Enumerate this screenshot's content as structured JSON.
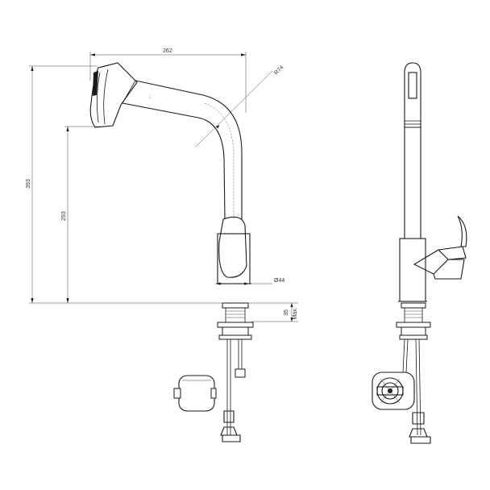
{
  "dimensions": {
    "width_top": "262",
    "radius": "R74",
    "height_total": "393",
    "height_spout": "293",
    "diameter_base": "Ø44",
    "deck_thickness": "35",
    "deck_thickness_note": "Max."
  }
}
